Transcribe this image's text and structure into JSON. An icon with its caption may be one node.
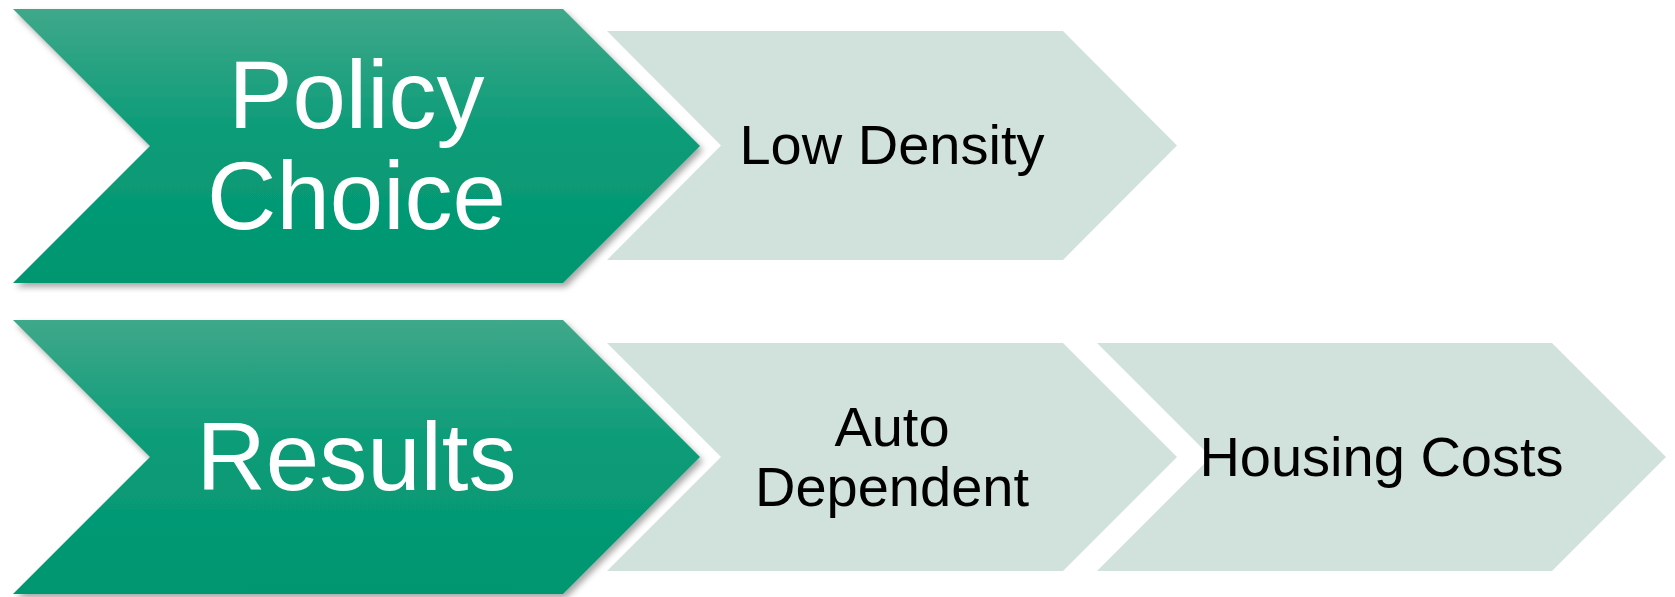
{
  "diagram": {
    "nodes": [
      {
        "text": [
          "Policy Choice"
        ]
      },
      {
        "text": [
          "Low Density"
        ]
      },
      {
        "text": [
          "Results"
        ]
      },
      {
        "text": [
          "Auto Dependent"
        ]
      },
      {
        "text": [
          "Housing Costs"
        ]
      }
    ]
  }
}
